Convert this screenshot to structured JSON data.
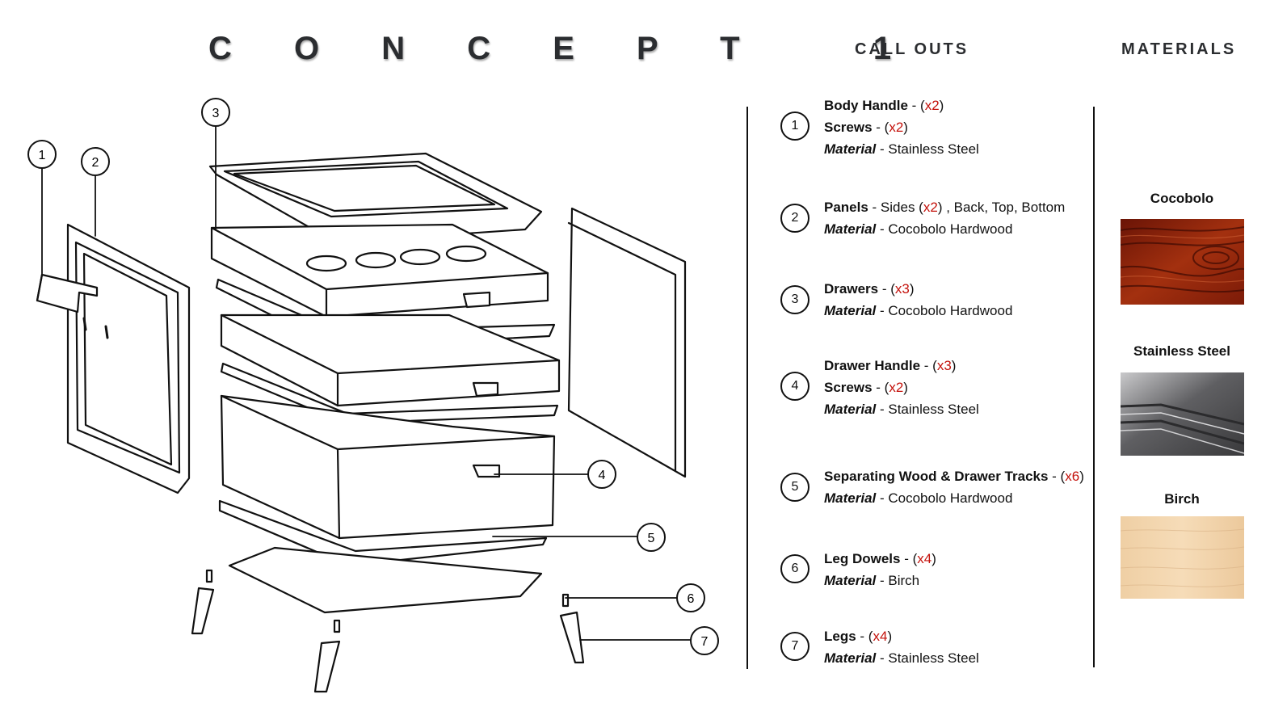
{
  "title": "C O N C E P T   1",
  "headers": {
    "callouts": "CALL OUTS",
    "materials": "MATERIALS"
  },
  "diagram_labels": [
    "1",
    "2",
    "3",
    "4",
    "5",
    "6",
    "7"
  ],
  "callouts": [
    {
      "num": "1",
      "lines": [
        {
          "name": "Body Handle",
          "rest": " - (",
          "qty": "x2",
          "end": ")"
        },
        {
          "name": "Screws",
          "rest": " - (",
          "qty": "x2",
          "end": ")"
        },
        {
          "mat": "Material",
          "value": " - Stainless Steel"
        }
      ]
    },
    {
      "num": "2",
      "lines": [
        {
          "name": "Panels",
          "rest": " - Sides (",
          "qty": "x2",
          "end": ") , Back, Top, Bottom"
        },
        {
          "mat": "Material",
          "value": " - Cocobolo Hardwood"
        }
      ]
    },
    {
      "num": "3",
      "lines": [
        {
          "name": "Drawers",
          "rest": " - (",
          "qty": "x3",
          "end": ")"
        },
        {
          "mat": "Material",
          "value": " - Cocobolo Hardwood"
        }
      ]
    },
    {
      "num": "4",
      "lines": [
        {
          "name": "Drawer Handle",
          "rest": " - (",
          "qty": "x3",
          "end": ")"
        },
        {
          "name": "Screws",
          "rest": " - (",
          "qty": "x2",
          "end": ")"
        },
        {
          "mat": "Material",
          "value": " - Stainless Steel"
        }
      ]
    },
    {
      "num": "5",
      "lines": [
        {
          "name": "Separating Wood & Drawer Tracks",
          "rest": " - (",
          "qty": "x6",
          "end": ")"
        },
        {
          "mat": "Material",
          "value": " - Cocobolo Hardwood"
        }
      ]
    },
    {
      "num": "6",
      "lines": [
        {
          "name": "Leg Dowels",
          "rest": " - (",
          "qty": "x4",
          "end": ")"
        },
        {
          "mat": "Material",
          "value": " - Birch"
        }
      ]
    },
    {
      "num": "7",
      "lines": [
        {
          "name": "Legs",
          "rest": " - (",
          "qty": "x4",
          "end": ")"
        },
        {
          "mat": "Material",
          "value": " - Stainless Steel"
        }
      ]
    }
  ],
  "materials": [
    {
      "label": "Cocobolo",
      "texture": "cocobolo-wood",
      "color": "#8e1f0a"
    },
    {
      "label": "Stainless Steel",
      "texture": "brushed-steel",
      "color": "#6c6c6e"
    },
    {
      "label": "Birch",
      "texture": "birch-wood",
      "color": "#f2d6b0"
    }
  ],
  "colors": {
    "quantity": "#c4120c",
    "text": "#111111"
  }
}
